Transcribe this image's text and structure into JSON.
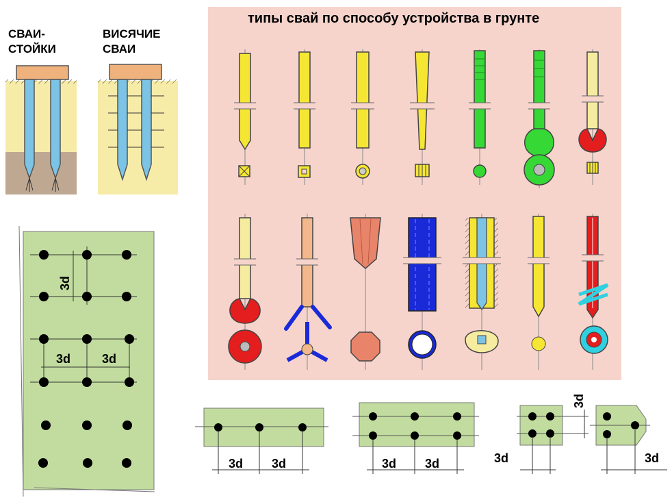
{
  "title": "типы свай по способу устройства в грунте",
  "left_labels": {
    "end_bearing": [
      "СВАИ-",
      "СТОЙКИ"
    ],
    "friction": [
      "ВИСЯЧИЕ",
      "СВАИ"
    ]
  },
  "spacing_label": "3d",
  "colors": {
    "panel_pink": "#f6d4cc",
    "plan_green": "#c1dc9e",
    "soil_yellow": "#f7eba8",
    "rock_brown": "#bea892",
    "cap_orange": "#f0b27c",
    "pile_blue": "#7cc4e6",
    "pile_yellow": "#f6e634",
    "pile_pale": "#f6eca0",
    "pile_green": "#36d836",
    "pile_red": "#e41e1e",
    "pile_orange": "#f2b88c",
    "pile_salmon": "#e8846a",
    "pile_navy": "#1a2ad8",
    "pile_cyan": "#30d0e0"
  }
}
